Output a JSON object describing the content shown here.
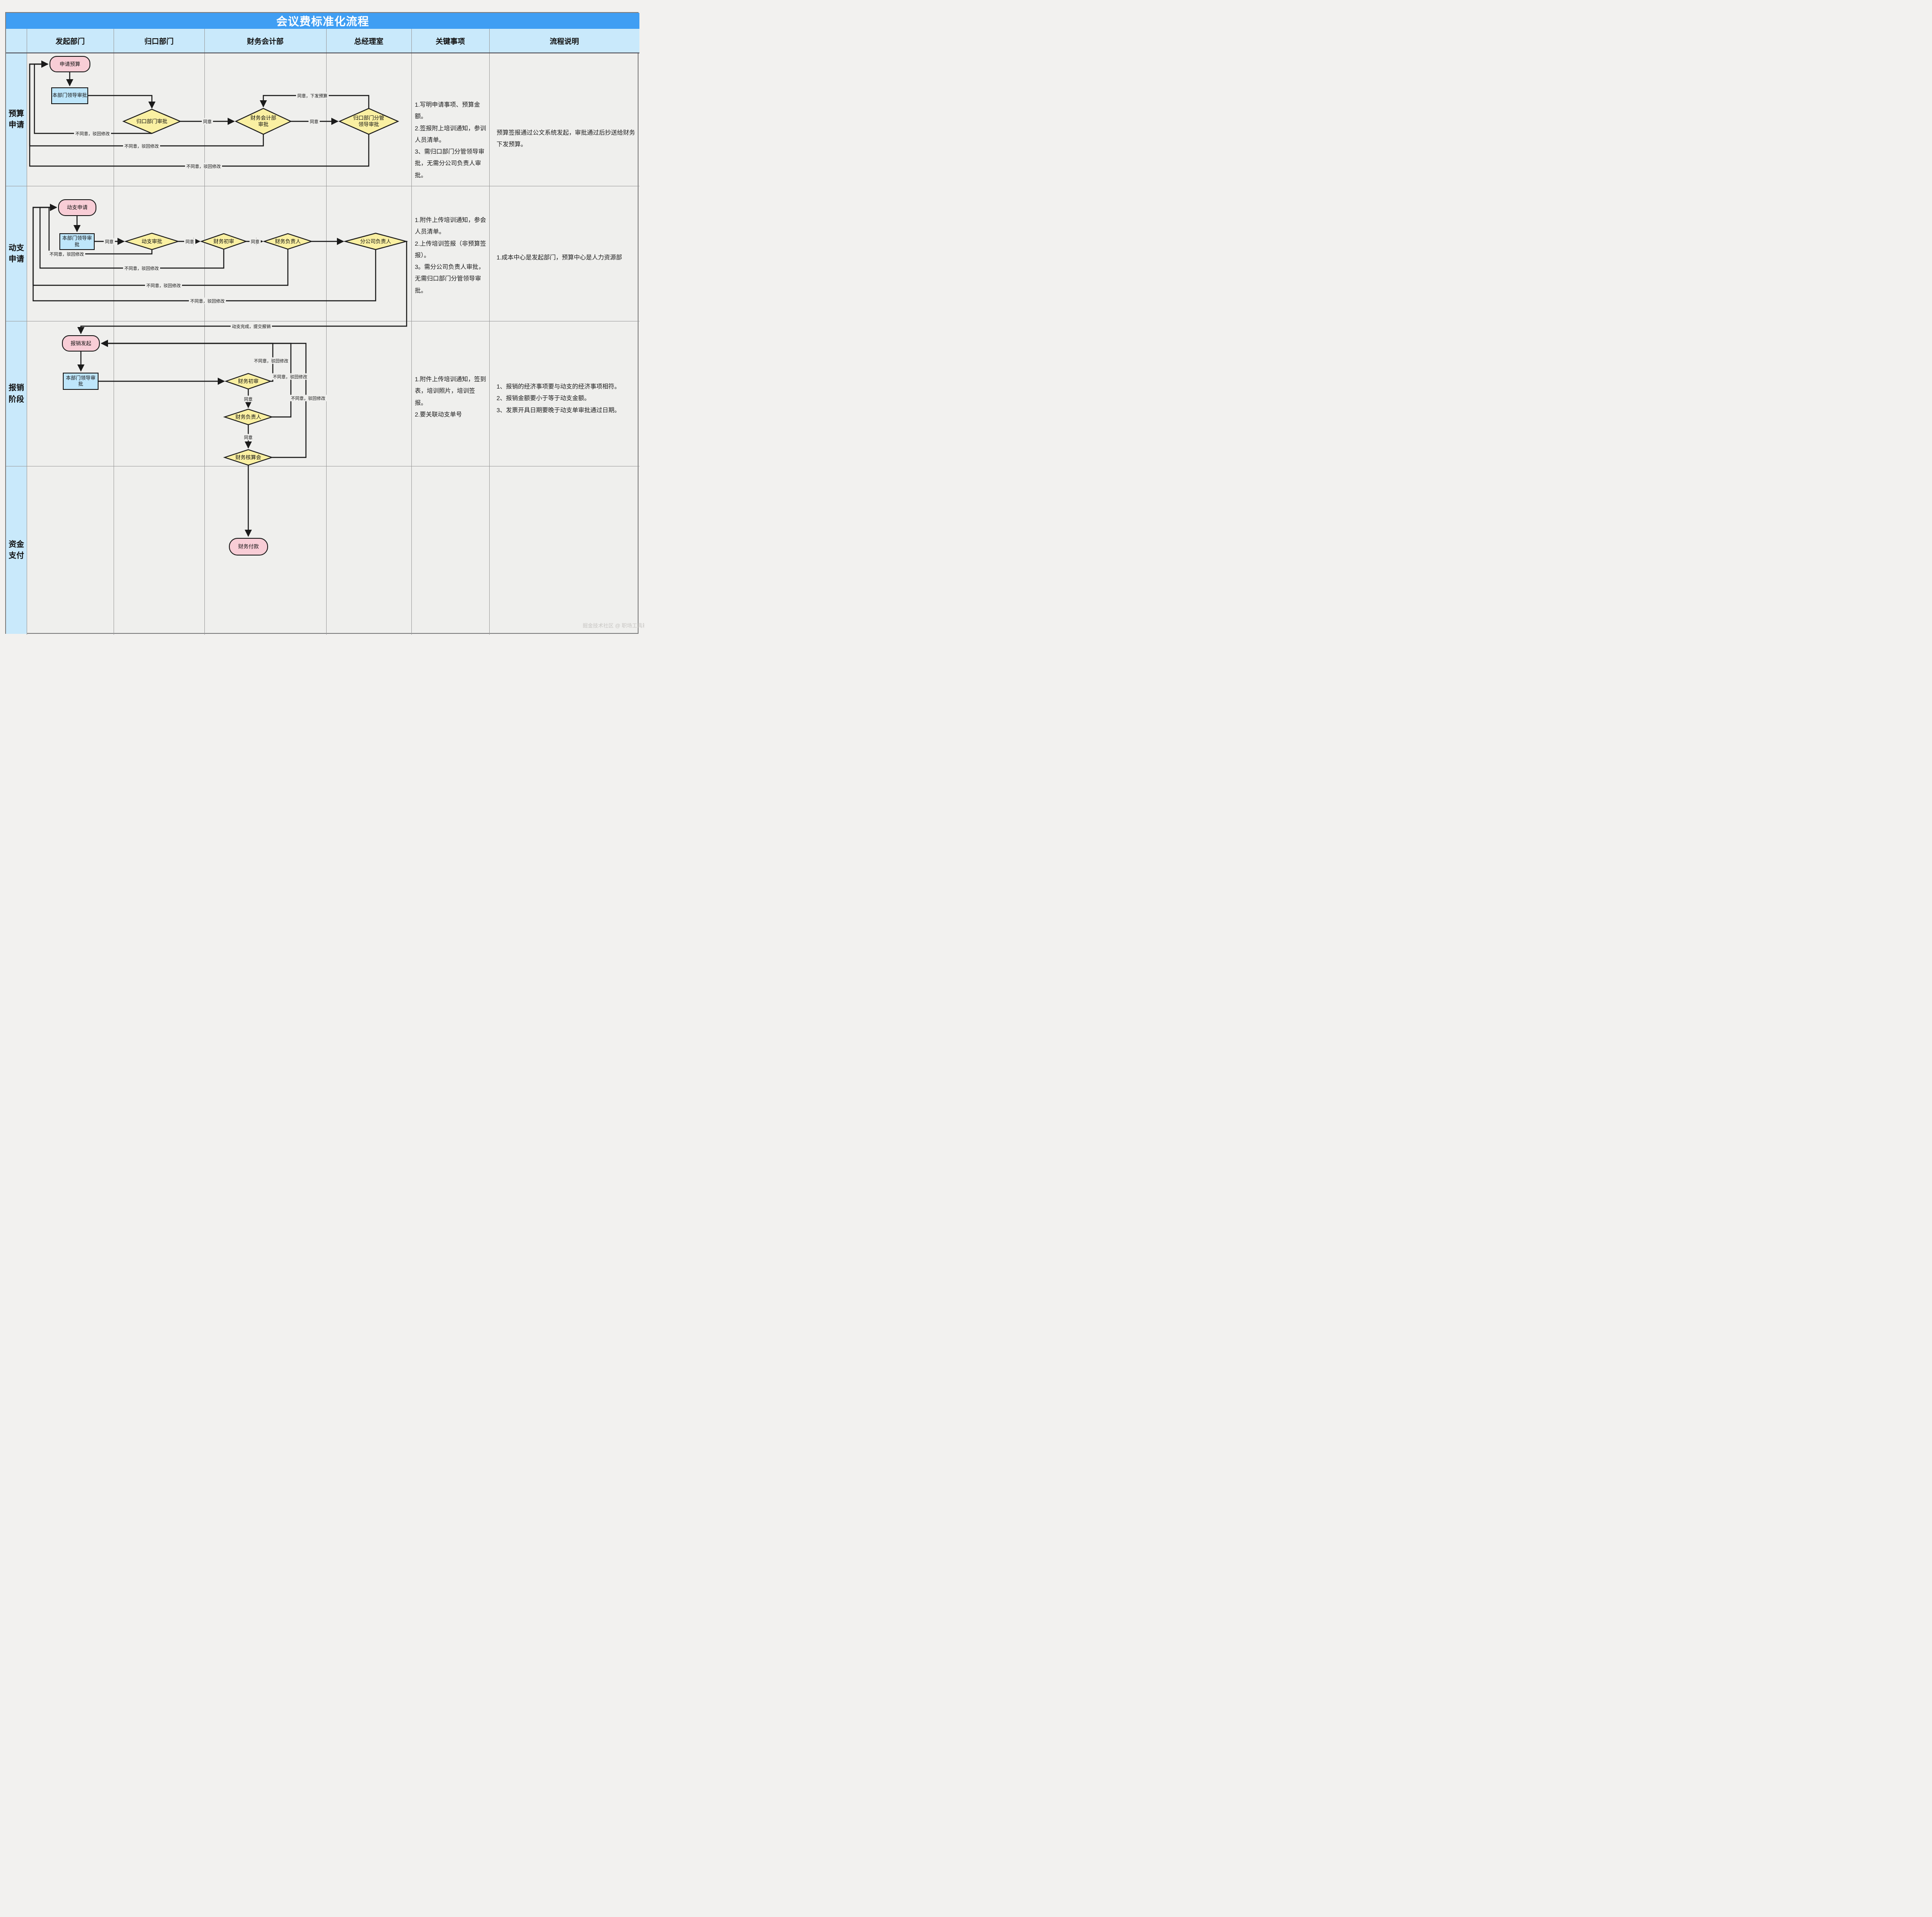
{
  "title": "会议费标准化流程",
  "columns": [
    "发起部门",
    "归口部门",
    "财务会计部",
    "总经理室",
    "关键事项",
    "流程说明"
  ],
  "lanes": [
    {
      "label": "预算\n申请",
      "key_items": "1.写明申请事项、预算金额。\n2.签报附上培训通知，参训人员清单。\n3、需归口部门分管领导审批，无需分公司负责人审批。",
      "description": "预算签报通过公文系统发起，审批通过后抄送给财务下发预算。"
    },
    {
      "label": "动支\n申请",
      "key_items": "1.附件上传培训通知，参会人员清单。\n2.上传培训签报（非预算签报）。\n3。需分公司负责人审批，无需归口部门分管领导审批。",
      "description": "1.成本中心是发起部门，预算中心是人力资源部"
    },
    {
      "label": "报销\n阶段",
      "key_items": "1.附件上传培训通知，签到表，培训照片，培训签报。\n2.要关联动支单号",
      "description": "1、报销的经济事项要与动支的经济事项相符。\n2、报销金额要小于等于动支金额。\n3、发票开具日期要晚于动支单审批通过日期。"
    },
    {
      "label": "资金\n支付",
      "key_items": "",
      "description": ""
    }
  ],
  "nodes": {
    "n1": "申请预算",
    "n2": "本部门领导审批",
    "n3": "归口部门审批",
    "n4": "财务会计部\n审批",
    "n5": "归口部门分管\n领导审批",
    "n6": "动支申请",
    "n7": "本部门领导审批",
    "n8": "动支审批",
    "n9": "财务初审",
    "n10": "财务负责人",
    "n11": "分公司负责人",
    "n12": "报销发起",
    "n13": "本部门领导审批",
    "n14": "财务初审",
    "n15": "财务负责人",
    "n16": "财务核算会",
    "n17": "财务付款"
  },
  "edge_labels": {
    "agree": "同意",
    "disagree": "不同意，驳回修改",
    "agree_issue": "同意，下发预算",
    "submit": "动支完成，提交报销"
  },
  "footer": "掘金技术社区 @ 职场工具箱",
  "colors": {
    "title_bar": "#3F9EF3",
    "header_bg": "#C9E9FB",
    "start_end_fill": "#F8CDD6",
    "process_fill": "#BEE6FB",
    "decision_fill": "#FAF0A2",
    "line": "#1A1A1A"
  }
}
